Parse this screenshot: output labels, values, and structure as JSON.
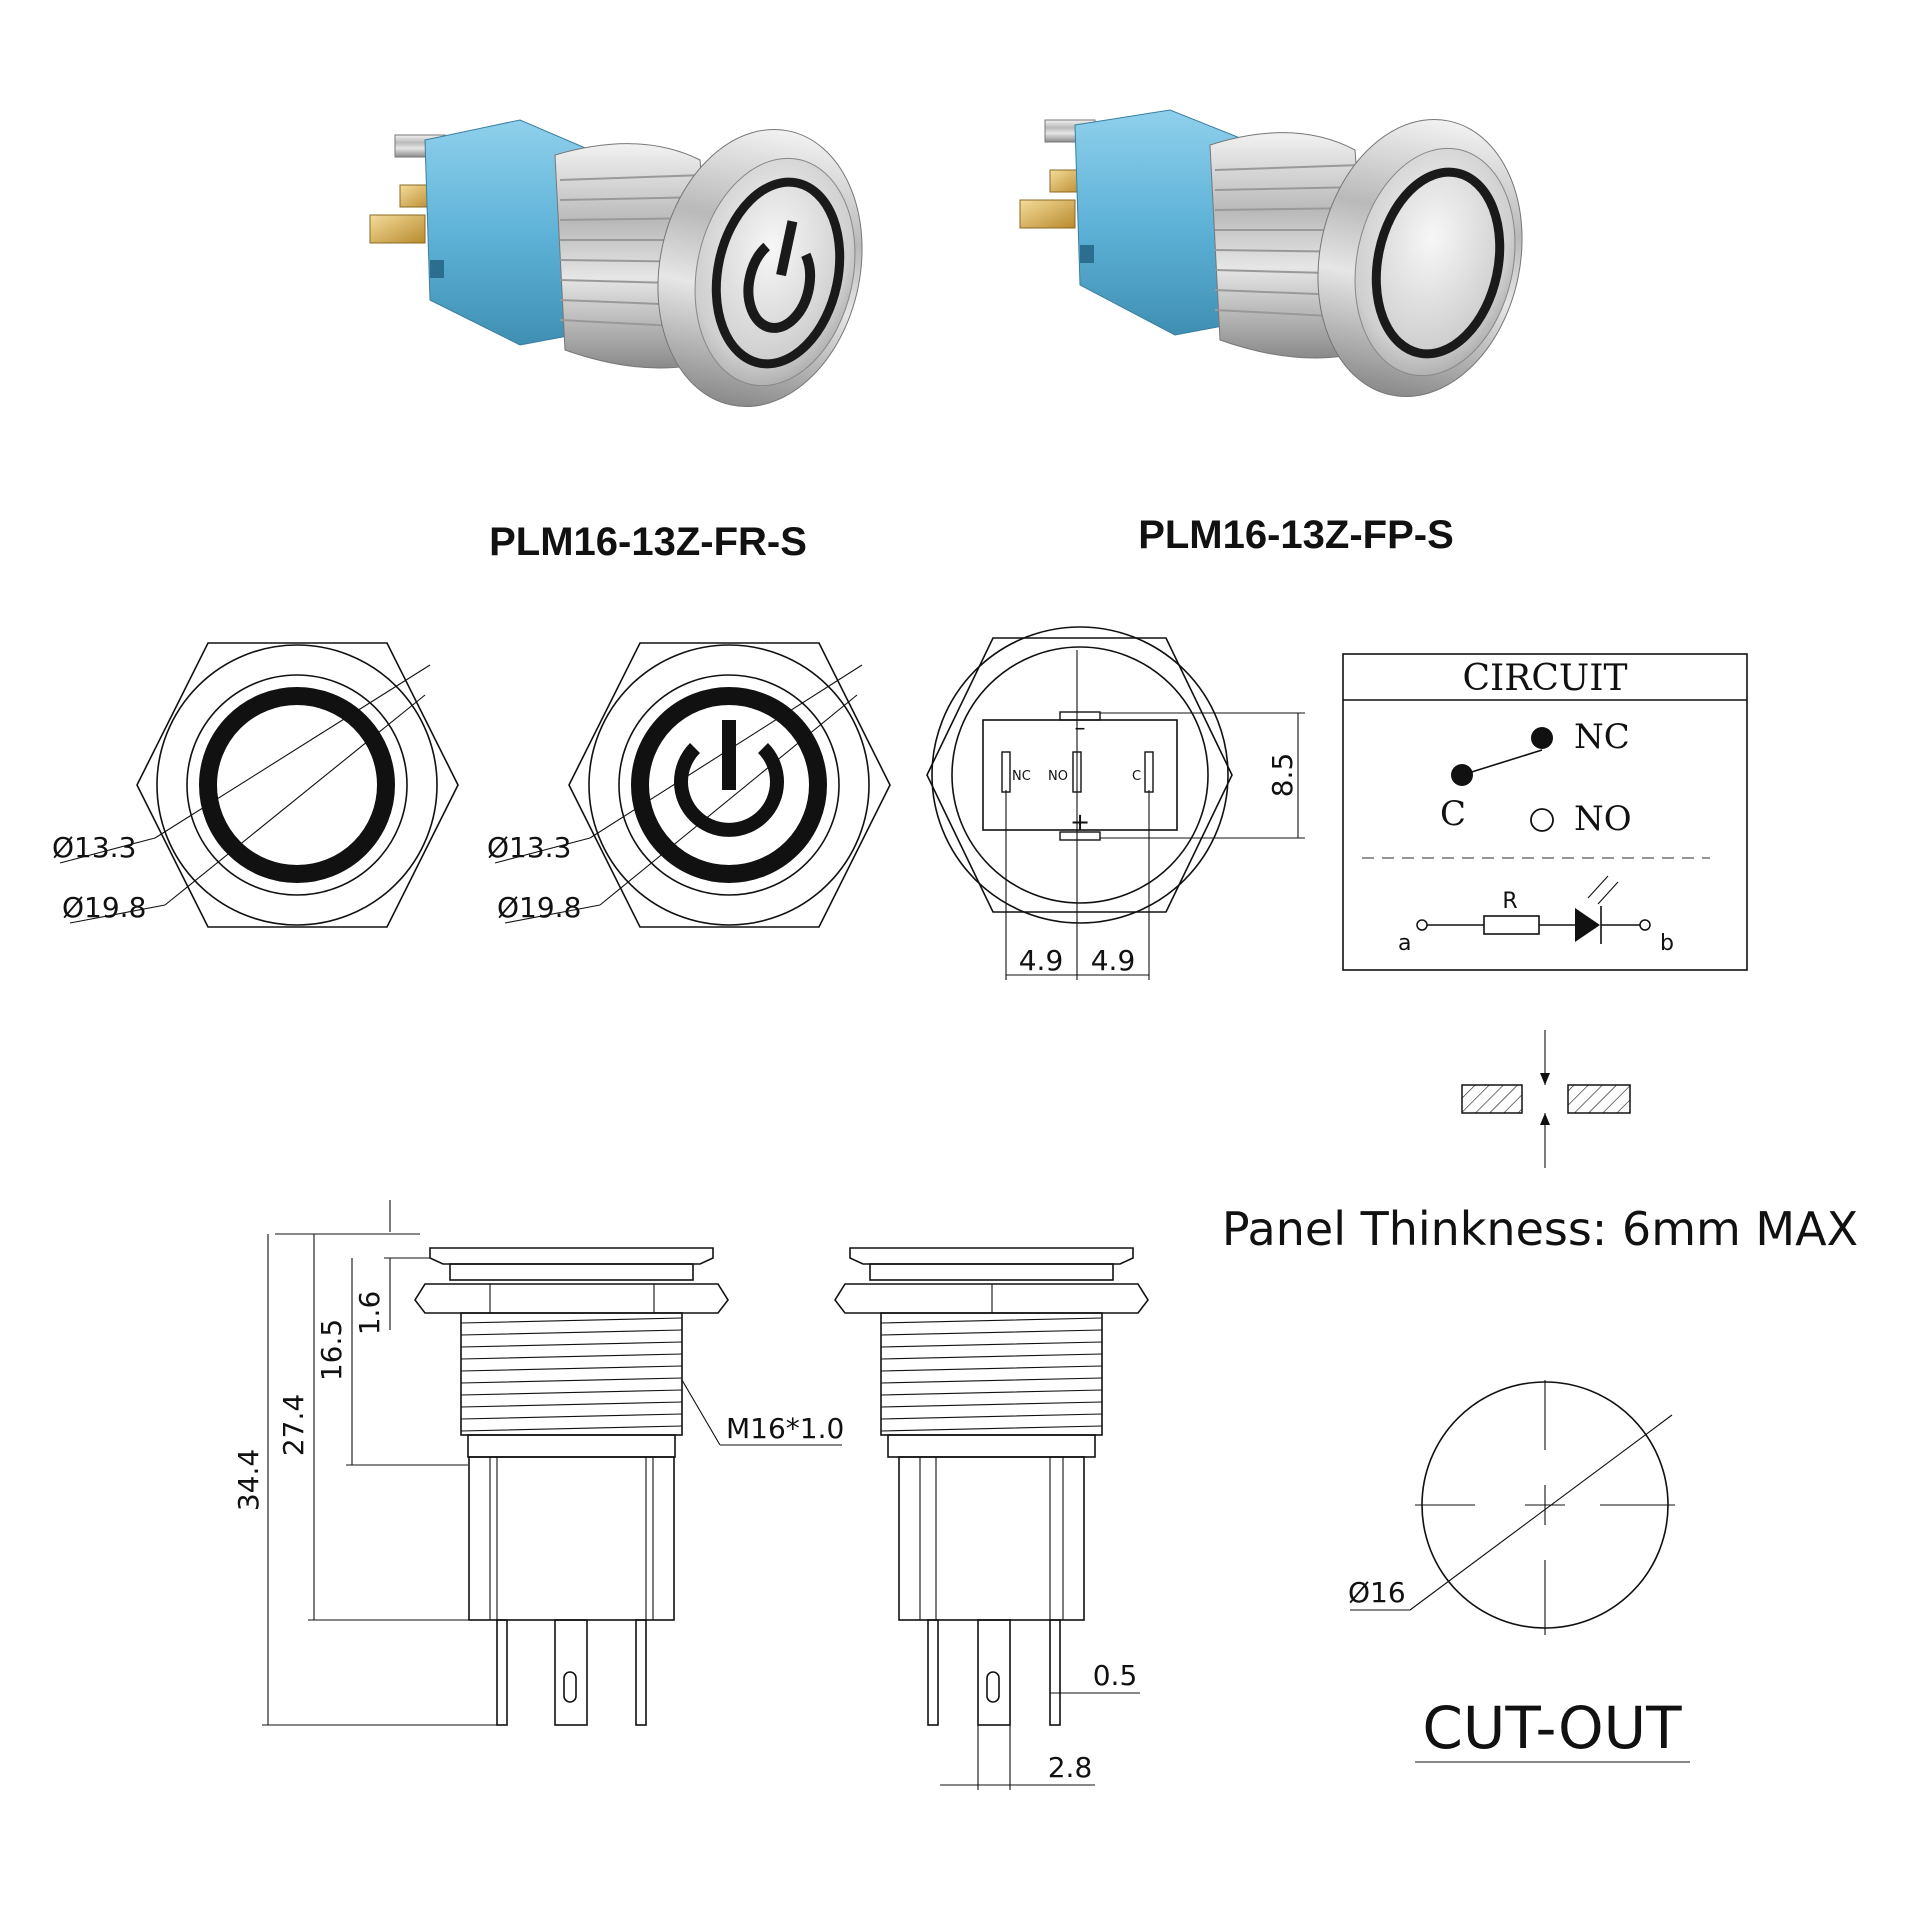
{
  "products": [
    {
      "model": "PLM16-13Z-FR-S",
      "icon": "power-symbol"
    },
    {
      "model": "PLM16-13Z-FP-S",
      "icon": "plain-ring"
    }
  ],
  "front_views": {
    "inner_diameter": "Ø13.3",
    "outer_diameter": "Ø19.8"
  },
  "back_view": {
    "terminals": [
      "NC",
      "NO",
      "C"
    ],
    "polarity_minus": "–",
    "polarity_plus": "+",
    "dim_height": "8.5",
    "dim_left": "4.9",
    "dim_right": "4.9"
  },
  "circuit": {
    "title": "CIRCUIT",
    "nc": "NC",
    "no": "NO",
    "c": "C",
    "resistor": "R",
    "terminal_a": "a",
    "terminal_b": "b"
  },
  "panel": {
    "text": "Panel Thinkness: 6mm MAX"
  },
  "side_view": {
    "dim_total": "34.4",
    "dim_body": "27.4",
    "dim_thread": "16.5",
    "dim_head": "1.6",
    "thread": "M16*1.0"
  },
  "side_view_2": {
    "dim_pin_thickness": "0.5",
    "dim_pin_width": "2.8"
  },
  "cutout": {
    "diameter": "Ø16",
    "title": "CUT-OUT"
  },
  "colors": {
    "housing_blue": "#5fb3d8",
    "stainless": "#c9c9c9",
    "ink": "#111111"
  }
}
